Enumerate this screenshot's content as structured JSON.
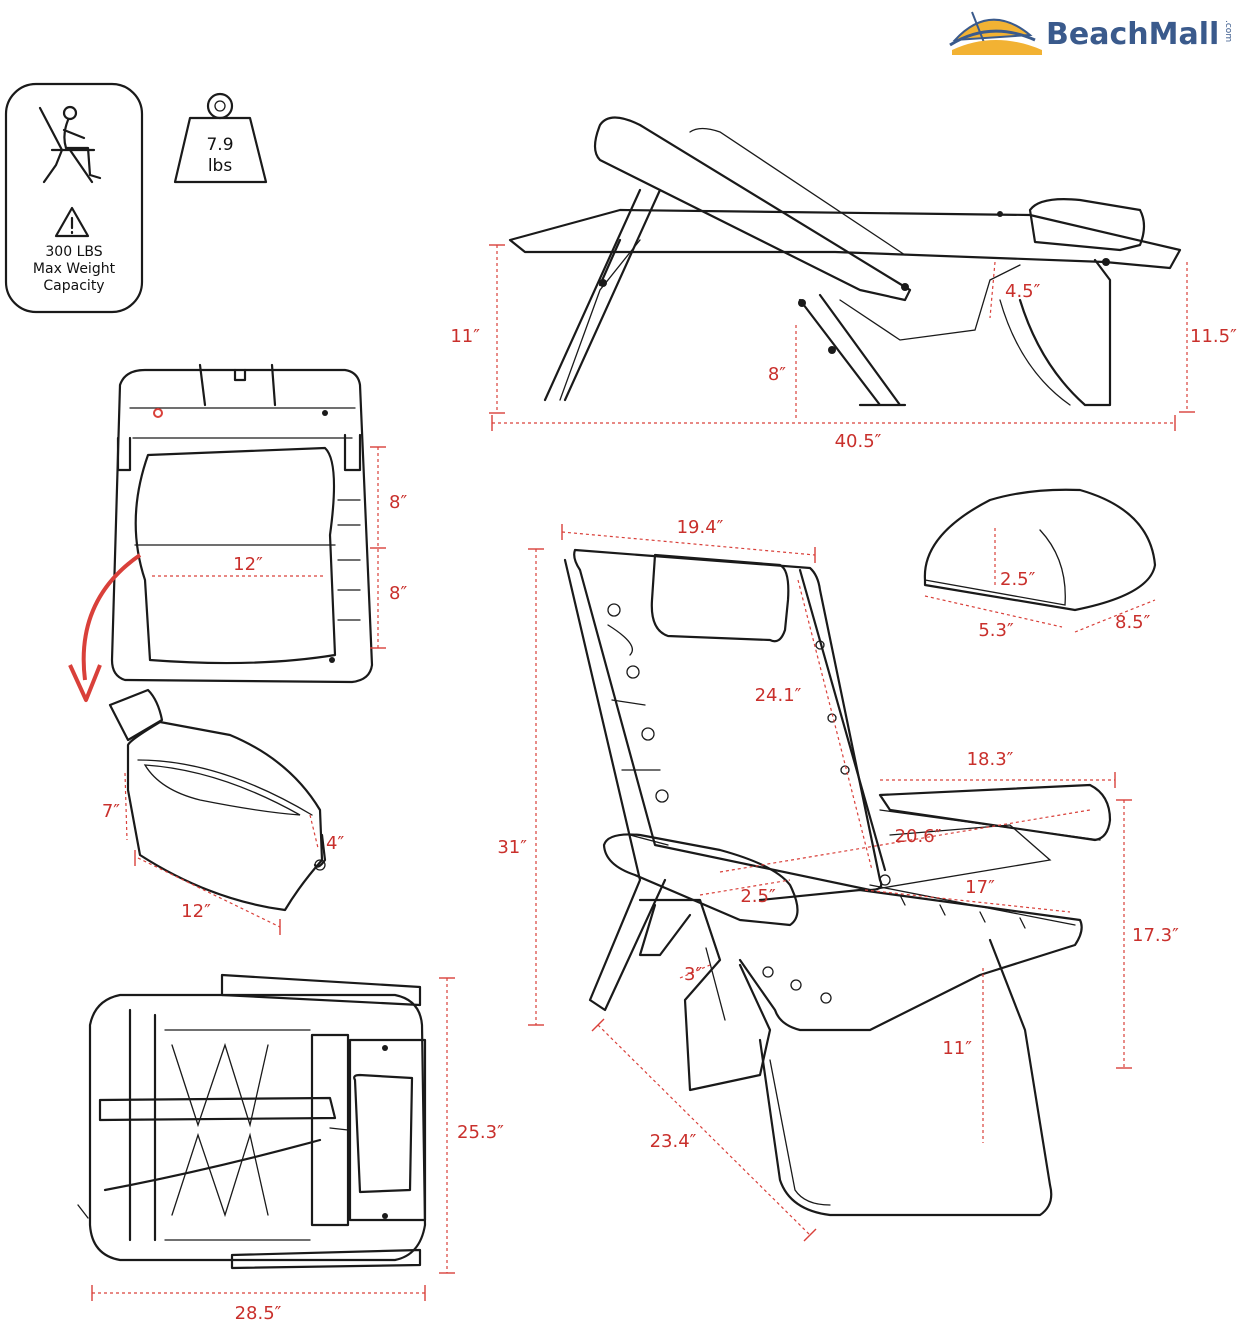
{
  "brand": {
    "name": "BeachMall",
    "suffix": ".com"
  },
  "specs": {
    "capacity_lines": [
      "300 LBS",
      "Max Weight",
      "Capacity"
    ],
    "weight_lines": [
      "7.9",
      "lbs"
    ]
  },
  "dimensions": {
    "lounge_length": "40.5″",
    "lounge_left_height": "11″",
    "lounge_seat_height": "8″",
    "lounge_pocket": "4.5″",
    "lounge_right_height": "11.5″",
    "back_upper": "8″",
    "back_lower": "8″",
    "back_cooler_width": "12″",
    "cooler_height": "7″",
    "cooler_depth": "4″",
    "cooler_width": "12″",
    "folded_height": "25.3″",
    "folded_width": "28.5″",
    "chair_top_width": "19.4″",
    "chair_total_height": "31″",
    "chair_back_height": "24.1″",
    "chair_arm_length": "18.3″",
    "chair_arm_to_arm": "20.6″",
    "chair_seat_depth": "17″",
    "chair_arm_height": "17.3″",
    "chair_arm_width": "2.5″",
    "chair_pocket": "3″",
    "chair_seat_height": "11″",
    "chair_base_depth": "23.4″",
    "pillow_height": "2.5″",
    "pillow_depth": "5.3″",
    "pillow_width": "8.5″"
  }
}
